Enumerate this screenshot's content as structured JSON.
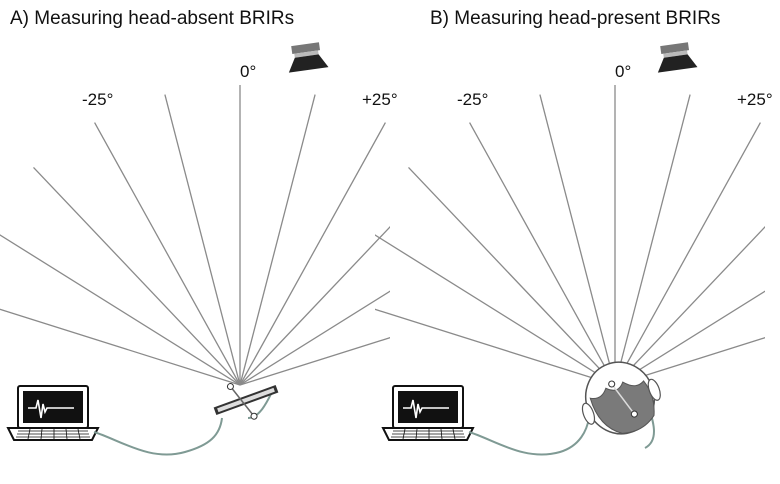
{
  "panels": [
    {
      "id": "a",
      "title": "A)  Measuring head-absent BRIRs",
      "angle_left": "-25°",
      "angle_center": "0°",
      "angle_right": "+25°",
      "receiver": "binaural-bar-icon"
    },
    {
      "id": "b",
      "title": "B) Measuring head-present BRIRs",
      "angle_left": "-25°",
      "angle_center": "0°",
      "angle_right": "+25°",
      "receiver": "head-icon"
    }
  ],
  "angles_deg": [
    -25,
    -20,
    -15,
    -10,
    -5,
    0,
    5,
    10,
    15,
    20,
    25
  ],
  "icons": [
    "loudspeaker-icon",
    "laptop-icon",
    "impulse-response-icon",
    "cable-icon"
  ],
  "colors": {
    "ray": "#8a8a8a",
    "cable": "#7f9a94",
    "head_fill": "#7a7a7a",
    "head_outline": "#555555",
    "speaker_body": "#222222"
  }
}
